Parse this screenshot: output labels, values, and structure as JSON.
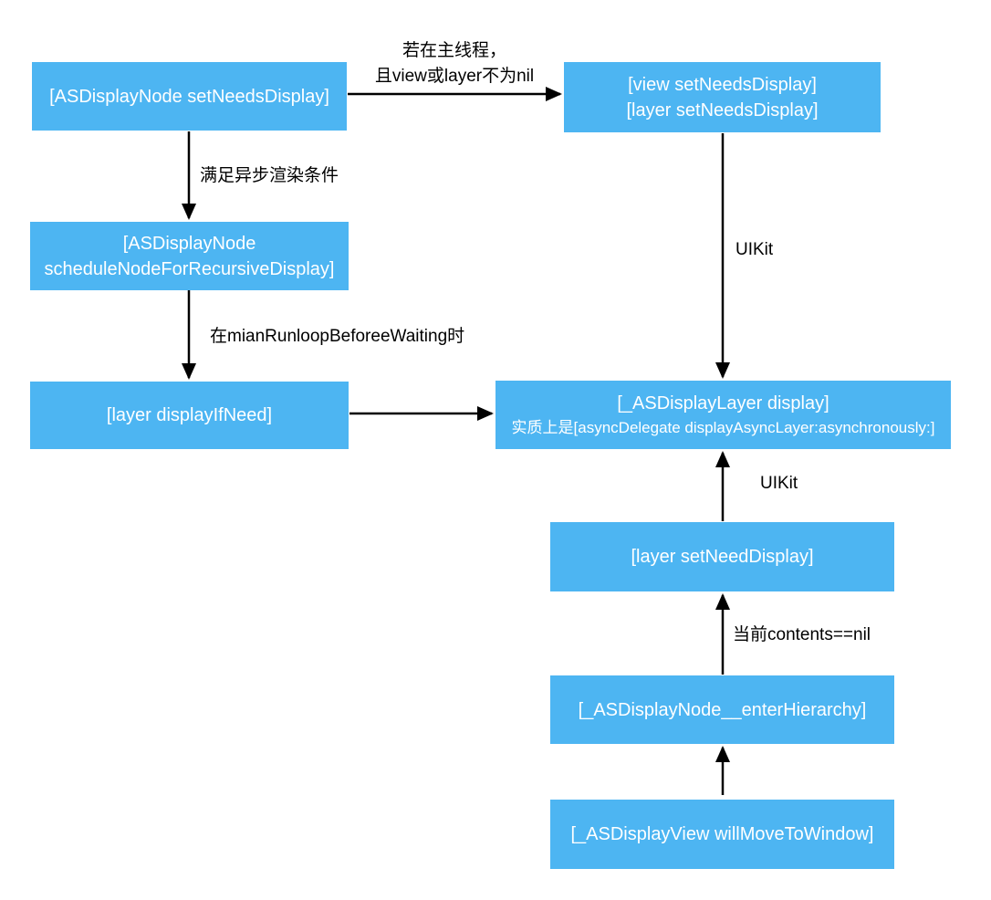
{
  "colors": {
    "box_fill": "#4db5f2",
    "box_text": "#ffffff",
    "arrow": "#000000",
    "label_text": "#000000",
    "background": "#ffffff"
  },
  "nodes": {
    "as_display_node_set_needs_display": {
      "line1": "[ASDisplayNode setNeedsDisplay]"
    },
    "view_layer_set_needs_display": {
      "line1": "[view setNeedsDisplay]",
      "line2": "[layer setNeedsDisplay]"
    },
    "schedule_node_for_recursive_display": {
      "line1": "[ASDisplayNode",
      "line2": "scheduleNodeForRecursiveDisplay]"
    },
    "layer_display_if_need": {
      "line1": "[layer displayIfNeed]"
    },
    "as_display_layer_display": {
      "line1": "[_ASDisplayLayer display]",
      "line2": "实质上是[asyncDelegate displayAsyncLayer:asynchronously:]"
    },
    "layer_set_need_display": {
      "line1": "[layer setNeedDisplay]"
    },
    "as_display_node_enter_hierarchy": {
      "line1": "[_ASDisplayNode__enterHierarchy]"
    },
    "as_display_view_will_move_to_window": {
      "line1": "[_ASDisplayView willMoveToWindow]"
    }
  },
  "edge_labels": {
    "main_thread_line1": "若在主线程，",
    "main_thread_line2": "且view或layer不为nil",
    "async_render_condition": "满足异步渲染条件",
    "runloop_before_waiting": "在mianRunloopBeforeeWaiting时",
    "uikit_top": "UIKit",
    "uikit_bottom": "UIKit",
    "contents_nil": "当前contents==nil"
  }
}
